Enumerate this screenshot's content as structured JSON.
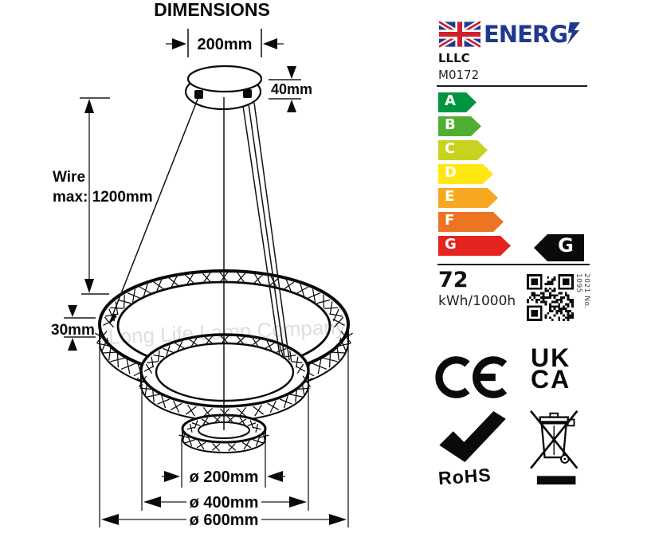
{
  "page": {
    "title": "DIMENSIONS"
  },
  "watermark": "Long Life Lamp Company",
  "diagram": {
    "canopy_width": "200mm",
    "canopy_height": "40mm",
    "wire_line1": "Wire",
    "wire_line2": "max: 1200mm",
    "ring_thickness": "30mm",
    "inner_ring_diameter": "ø 200mm",
    "middle_ring_diameter": "ø 400mm",
    "outer_ring_diameter": "ø 600mm"
  },
  "energy_label": {
    "logo_text": "ENERG",
    "brand": "LLLC",
    "model": "M0172",
    "scale": [
      {
        "grade": "A",
        "color": "#009640",
        "width": 48
      },
      {
        "grade": "B",
        "color": "#52ae32",
        "width": 54
      },
      {
        "grade": "C",
        "color": "#c6d31f",
        "width": 62
      },
      {
        "grade": "D",
        "color": "#ffe812",
        "width": 69
      },
      {
        "grade": "E",
        "color": "#f7a822",
        "width": 75
      },
      {
        "grade": "F",
        "color": "#ed7423",
        "width": 82
      },
      {
        "grade": "G",
        "color": "#e5231f",
        "width": 91
      }
    ],
    "rating": "G",
    "energy_value": "72",
    "energy_unit": "kWh/1000h",
    "regulation": "2021 No. 1095"
  },
  "marks": {
    "ukca_line1": "UK",
    "ukca_line2": "CA",
    "rohs_label": "RoHS"
  }
}
